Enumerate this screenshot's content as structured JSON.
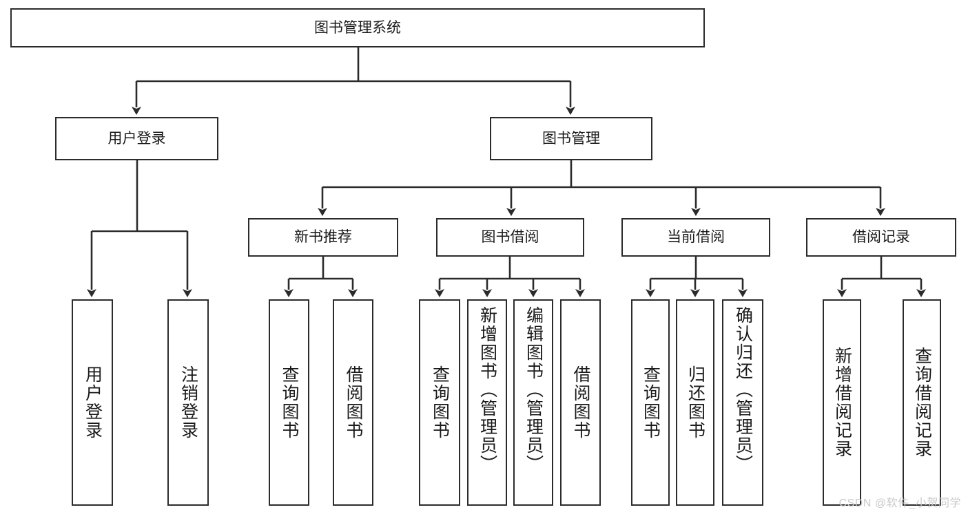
{
  "diagram": {
    "title": "图书管理系统",
    "type": "hierarchy-tree",
    "orientation": "top-down",
    "line_color": "#2b2b2b",
    "box_fill": "#ffffff",
    "text_color": "#1a1a1a",
    "nodes": {
      "root": {
        "label": "图书管理系统",
        "level": 0,
        "text_direction": "horizontal"
      },
      "l1": [
        {
          "label": "用户登录",
          "text_direction": "horizontal"
        },
        {
          "label": "图书管理",
          "text_direction": "horizontal"
        }
      ],
      "l2": [
        {
          "label": "新书推荐",
          "text_direction": "horizontal"
        },
        {
          "label": "图书借阅",
          "text_direction": "horizontal"
        },
        {
          "label": "当前借阅",
          "text_direction": "horizontal"
        },
        {
          "label": "借阅记录",
          "text_direction": "horizontal"
        }
      ],
      "leaves": {
        "user_login": [
          {
            "label": "用户登录",
            "text_direction": "vertical"
          },
          {
            "label": "注销登录",
            "text_direction": "vertical"
          }
        ],
        "new_book_recommend": [
          {
            "label": "查询图书",
            "text_direction": "vertical"
          },
          {
            "label": "借阅图书",
            "text_direction": "vertical"
          }
        ],
        "book_borrow": [
          {
            "label": "查询图书",
            "text_direction": "vertical"
          },
          {
            "label": "新增图书（管理员）",
            "text_direction": "vertical"
          },
          {
            "label": "编辑图书（管理员）",
            "text_direction": "vertical"
          },
          {
            "label": "借阅图书",
            "text_direction": "vertical"
          }
        ],
        "current_borrow": [
          {
            "label": "查询图书",
            "text_direction": "vertical"
          },
          {
            "label": "归还图书",
            "text_direction": "vertical"
          },
          {
            "label": "确认归还（管理员）",
            "text_direction": "vertical"
          }
        ],
        "borrow_record": [
          {
            "label": "新增借阅记录",
            "text_direction": "vertical"
          },
          {
            "label": "查询借阅记录",
            "text_direction": "vertical"
          }
        ]
      }
    },
    "edges": [
      {
        "from": "图书管理系统",
        "to": "用户登录"
      },
      {
        "from": "图书管理系统",
        "to": "图书管理"
      },
      {
        "from": "图书管理",
        "to": "新书推荐"
      },
      {
        "from": "图书管理",
        "to": "图书借阅"
      },
      {
        "from": "图书管理",
        "to": "当前借阅"
      },
      {
        "from": "图书管理",
        "to": "借阅记录"
      },
      {
        "from": "用户登录",
        "to": "用户登录"
      },
      {
        "from": "用户登录",
        "to": "注销登录"
      },
      {
        "from": "新书推荐",
        "to": "查询图书"
      },
      {
        "from": "新书推荐",
        "to": "借阅图书"
      },
      {
        "from": "图书借阅",
        "to": "查询图书"
      },
      {
        "from": "图书借阅",
        "to": "新增图书（管理员）"
      },
      {
        "from": "图书借阅",
        "to": "编辑图书（管理员）"
      },
      {
        "from": "图书借阅",
        "to": "借阅图书"
      },
      {
        "from": "当前借阅",
        "to": "查询图书"
      },
      {
        "from": "当前借阅",
        "to": "归还图书"
      },
      {
        "from": "当前借阅",
        "to": "确认归还（管理员）"
      },
      {
        "from": "借阅记录",
        "to": "新增借阅记录"
      },
      {
        "from": "借阅记录",
        "to": "查询借阅记录"
      }
    ]
  },
  "watermark": {
    "text": "CSDN @软件_小贺同学",
    "color": "#c9c9c9"
  }
}
